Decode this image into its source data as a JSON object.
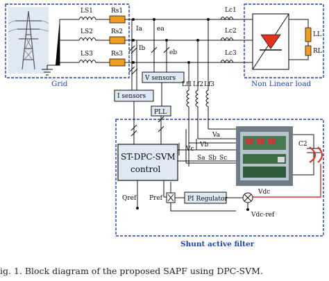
{
  "regions": {
    "grid": "Grid",
    "load": "Non Linear load",
    "filter": "Shunt active filter"
  },
  "grid_labels": {
    "ls1": "LS1",
    "ls2": "LS2",
    "ls3": "LS3",
    "rs1": "Rs1",
    "rs2": "Rs2",
    "rs3": "Rs3",
    "ia": "Ia",
    "ib": "Ib",
    "ea": "ea",
    "eb": "eb"
  },
  "load_labels": {
    "lc1": "Lc1",
    "lc2": "Lc2",
    "lc3": "Lc3",
    "ll": "LL",
    "rl": "RL"
  },
  "filter_labels": {
    "lf1": "Lf1",
    "lf2": "Lf2",
    "lf3": "Lf3",
    "va": "Va",
    "vb": "Vb",
    "vc": "Vc",
    "sa": "Sa",
    "sb": "Sb",
    "sc": "Sc",
    "c2": "C2",
    "vdc": "Vdc",
    "vdc_ref": "Vdc-ref",
    "qref": "Qref",
    "pref": "Pref"
  },
  "blocks": {
    "v_sensors": "V sensors",
    "i_sensors": "I sensors",
    "pll": "PLL",
    "controller_line1": "ST-DPC-SVM",
    "controller_line2": "control",
    "pi_regulator": "PI Regulator"
  },
  "caption": "ig. 1.   Block diagram of the proposed SAPF using DPC-SVM.",
  "colors": {
    "region_border": "#1a3fbf",
    "wire": "#111111",
    "block_fill": "#dfe8f5",
    "resistor": "#f29b1e",
    "capacitor": "#e0302a",
    "diode": "#e8301c"
  },
  "icons": [
    "transmission-tower-image",
    "ground-symbol",
    "inverter-photo",
    "summing-junction",
    "multiplier"
  ]
}
